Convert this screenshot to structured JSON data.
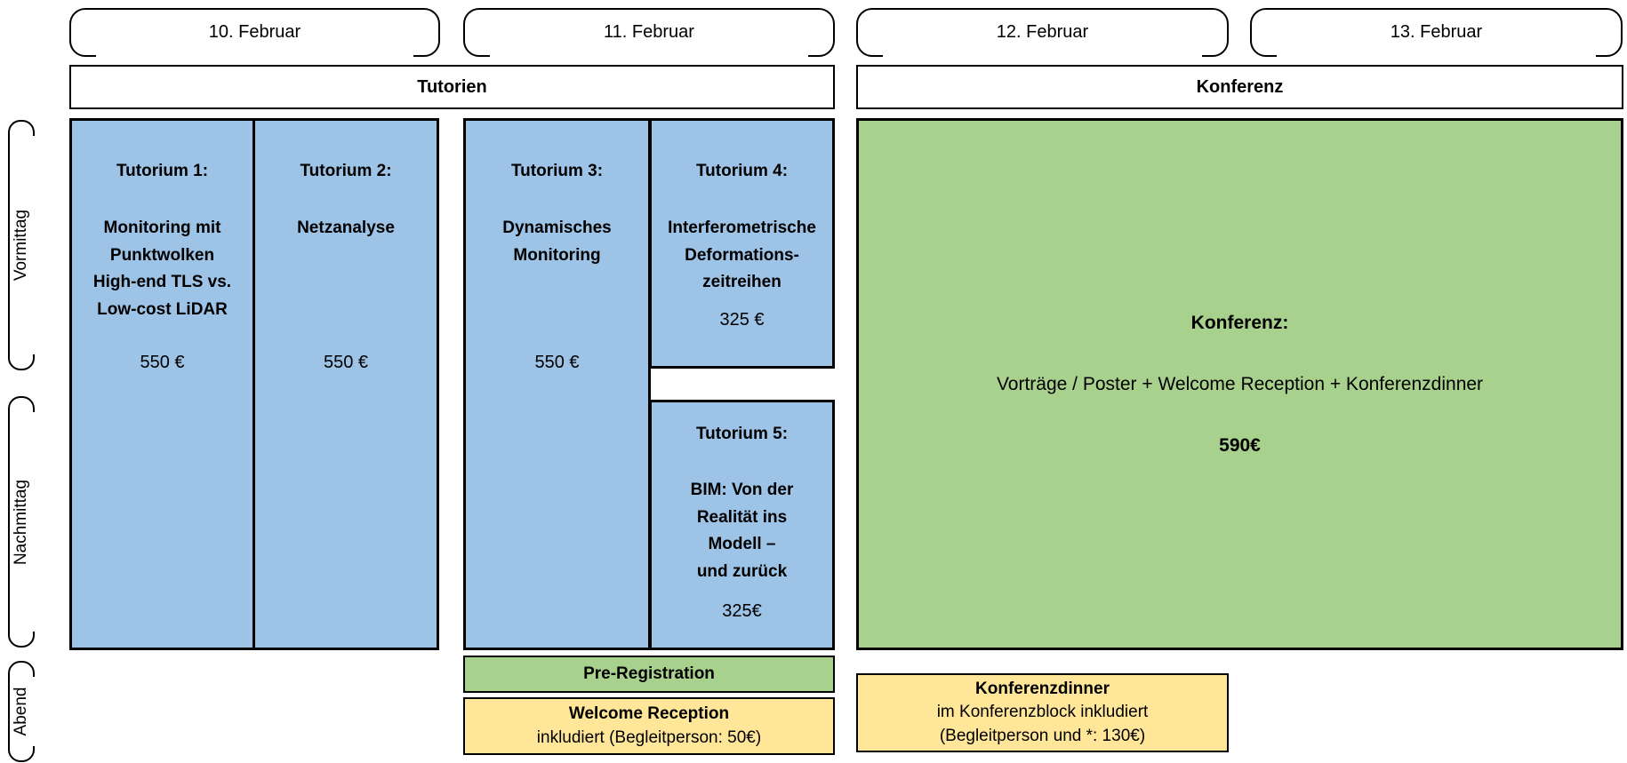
{
  "dates": [
    "10. Februar",
    "11. Februar",
    "12. Februar",
    "13. Februar"
  ],
  "sections": {
    "tutorien": "Tutorien",
    "konferenz": "Konferenz"
  },
  "time_slots": {
    "morning": "Vormittag",
    "afternoon": "Nachmittag",
    "evening": "Abend"
  },
  "tutorials": [
    {
      "title": "Tutorium 1:",
      "topic": "Monitoring mit\nPunktwolken\nHigh-end TLS vs.\nLow-cost LiDAR",
      "price": "550 €"
    },
    {
      "title": "Tutorium 2:",
      "topic": "Netzanalyse",
      "price": "550 €"
    },
    {
      "title": "Tutorium 3:",
      "topic": "Dynamisches\nMonitoring",
      "price": "550 €"
    },
    {
      "title": "Tutorium 4:",
      "topic": "Interferometrische\nDeformations-\nzeitreihen",
      "price": "325 €"
    },
    {
      "title": "Tutorium 5:",
      "topic": "BIM: Von der\nRealität ins\nModell –\nund zurück",
      "price": "325€"
    }
  ],
  "conference": {
    "title": "Konferenz:",
    "details": "Vorträge / Poster + Welcome Reception + Konferenzdinner",
    "price": "590€"
  },
  "evening": {
    "pre_registration": "Pre-Registration",
    "welcome_reception_title": "Welcome Reception",
    "welcome_reception_note": "inkludiert (Begleitperson: 50€)",
    "dinner_title": "Konferenzdinner",
    "dinner_note1": "im Konferenzblock inkludiert",
    "dinner_note2": "(Begleitperson und *: 130€)"
  },
  "colors": {
    "blue": "#9DC3E6",
    "green": "#A9D18E",
    "yellow": "#FFE699"
  }
}
